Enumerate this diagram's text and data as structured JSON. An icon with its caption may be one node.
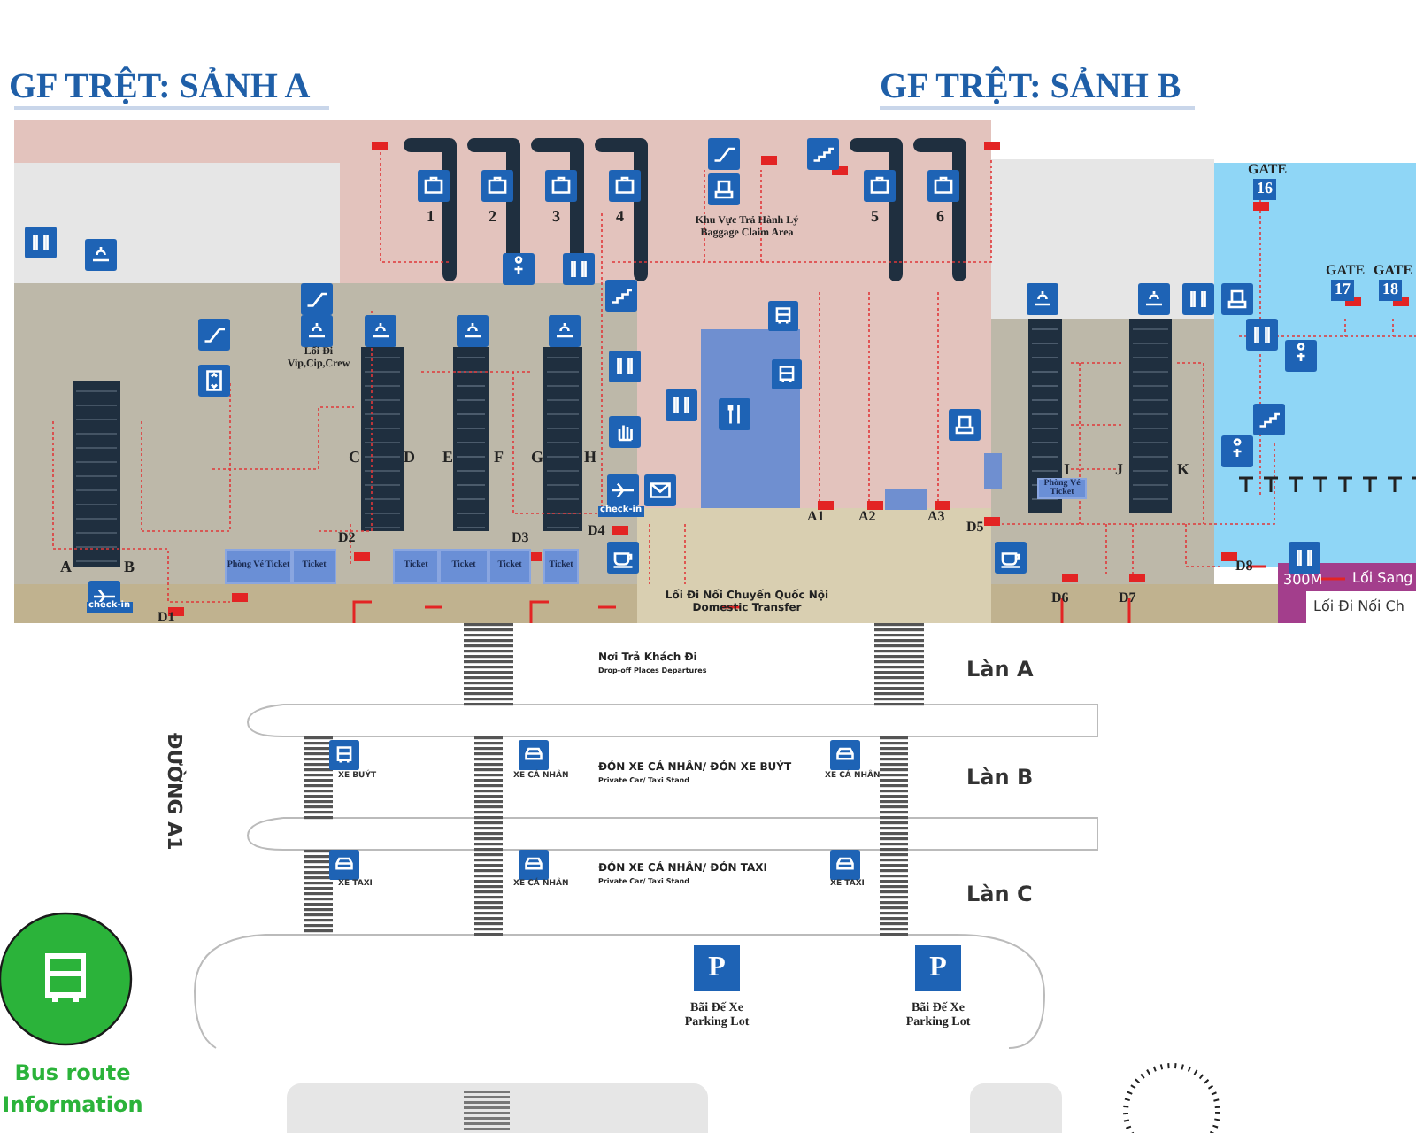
{
  "diagram": {
    "nodes": [
      {
        "text": [
          "Phòng Vé Ticket"
        ]
      },
      {
        "text": [
          "Ticket"
        ]
      },
      {
        "text": [
          "Ticket"
        ]
      },
      {
        "text": [
          "Ticket"
        ]
      },
      {
        "text": [
          "Ticket"
        ]
      },
      {
        "text": [
          "Ticket"
        ]
      },
      {
        "text": [
          "Phòng Vé Ticket"
        ]
      }
    ],
    "labels": [
      "GF TRỆT: SẢNH A",
      "GF TRỆT: SẢNH B",
      "1",
      "2",
      "3",
      "4",
      "Khu Vực Trả Hành Lý Baggage Claim Area",
      "5",
      "6",
      "GATE",
      "16",
      "GATE",
      "17",
      "GATE",
      "18",
      "Lối Đi Vip,Cip,Crew",
      "C",
      "D",
      "E",
      "F",
      "G",
      "H",
      "I",
      "J",
      "K",
      "check-in",
      "D4",
      "A1",
      "A2",
      "A3",
      "D5",
      "A",
      "B",
      "D2",
      "D3",
      "check-in",
      "D1",
      "Lối Đi Nối Chuyến Quốc Nội Domestic Transfer",
      "D6",
      "D7",
      "D8",
      "300M",
      "Lối Sang",
      "Lối Đi Nối Ch",
      "Nơi Trả Khách Đi",
      "Drop-off Places Departures",
      "Làn A",
      "ĐƯỜNG A1",
      "XE BUÝT",
      "XE CÁ NHÂN",
      "ĐÓN XE CÁ NHÂN/ ĐÓN XE BUÝT",
      "Private Car/ Taxi Stand",
      "XE CÁ NHÂN",
      "Làn B",
      "XE TAXI",
      "XE CÁ NHÂN",
      "ĐÓN XE CÁ NHÂN/ ĐÓN TAXI",
      "Private Car/ Taxi Stand",
      "XE TAXI",
      "Làn C",
      "P",
      "P",
      "Bãi Đế Xe Parking Lot",
      "Bãi Đế Xe Parking Lot",
      "Bus route Information"
    ]
  }
}
